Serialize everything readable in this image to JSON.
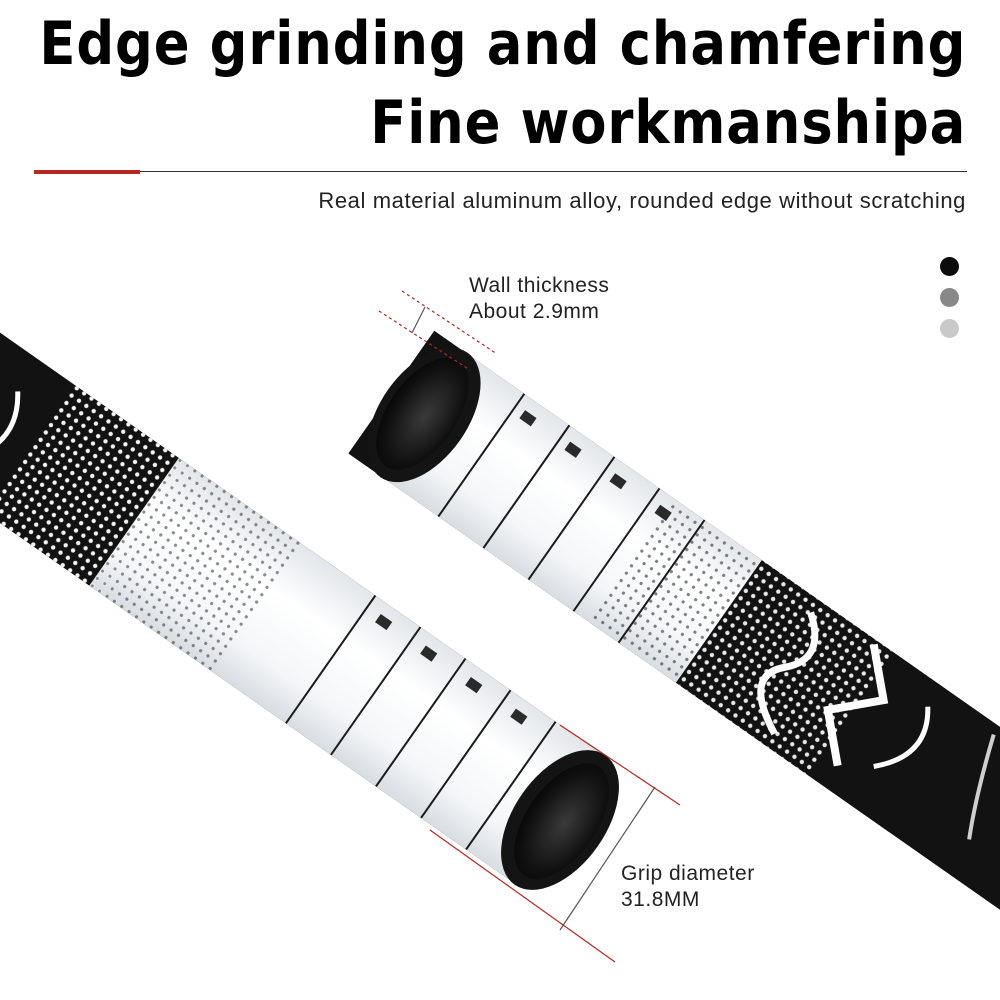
{
  "header": {
    "title_line1": "Edge grinding and chamfering",
    "title_line2": "Fine workmanshipa",
    "subtitle": "Real material aluminum alloy, rounded edge without scratching"
  },
  "color_options": [
    "#0c0c0c",
    "#888888",
    "#c9c9c9"
  ],
  "callouts": {
    "wall": {
      "label": "Wall thickness",
      "value": "About 2.9mm"
    },
    "grip": {
      "label": "Grip diameter",
      "value": "31.8MM"
    }
  },
  "colors": {
    "accent": "#b5281f",
    "bar": "#121212",
    "grip": "#f4f6f8",
    "text": "#111111"
  }
}
